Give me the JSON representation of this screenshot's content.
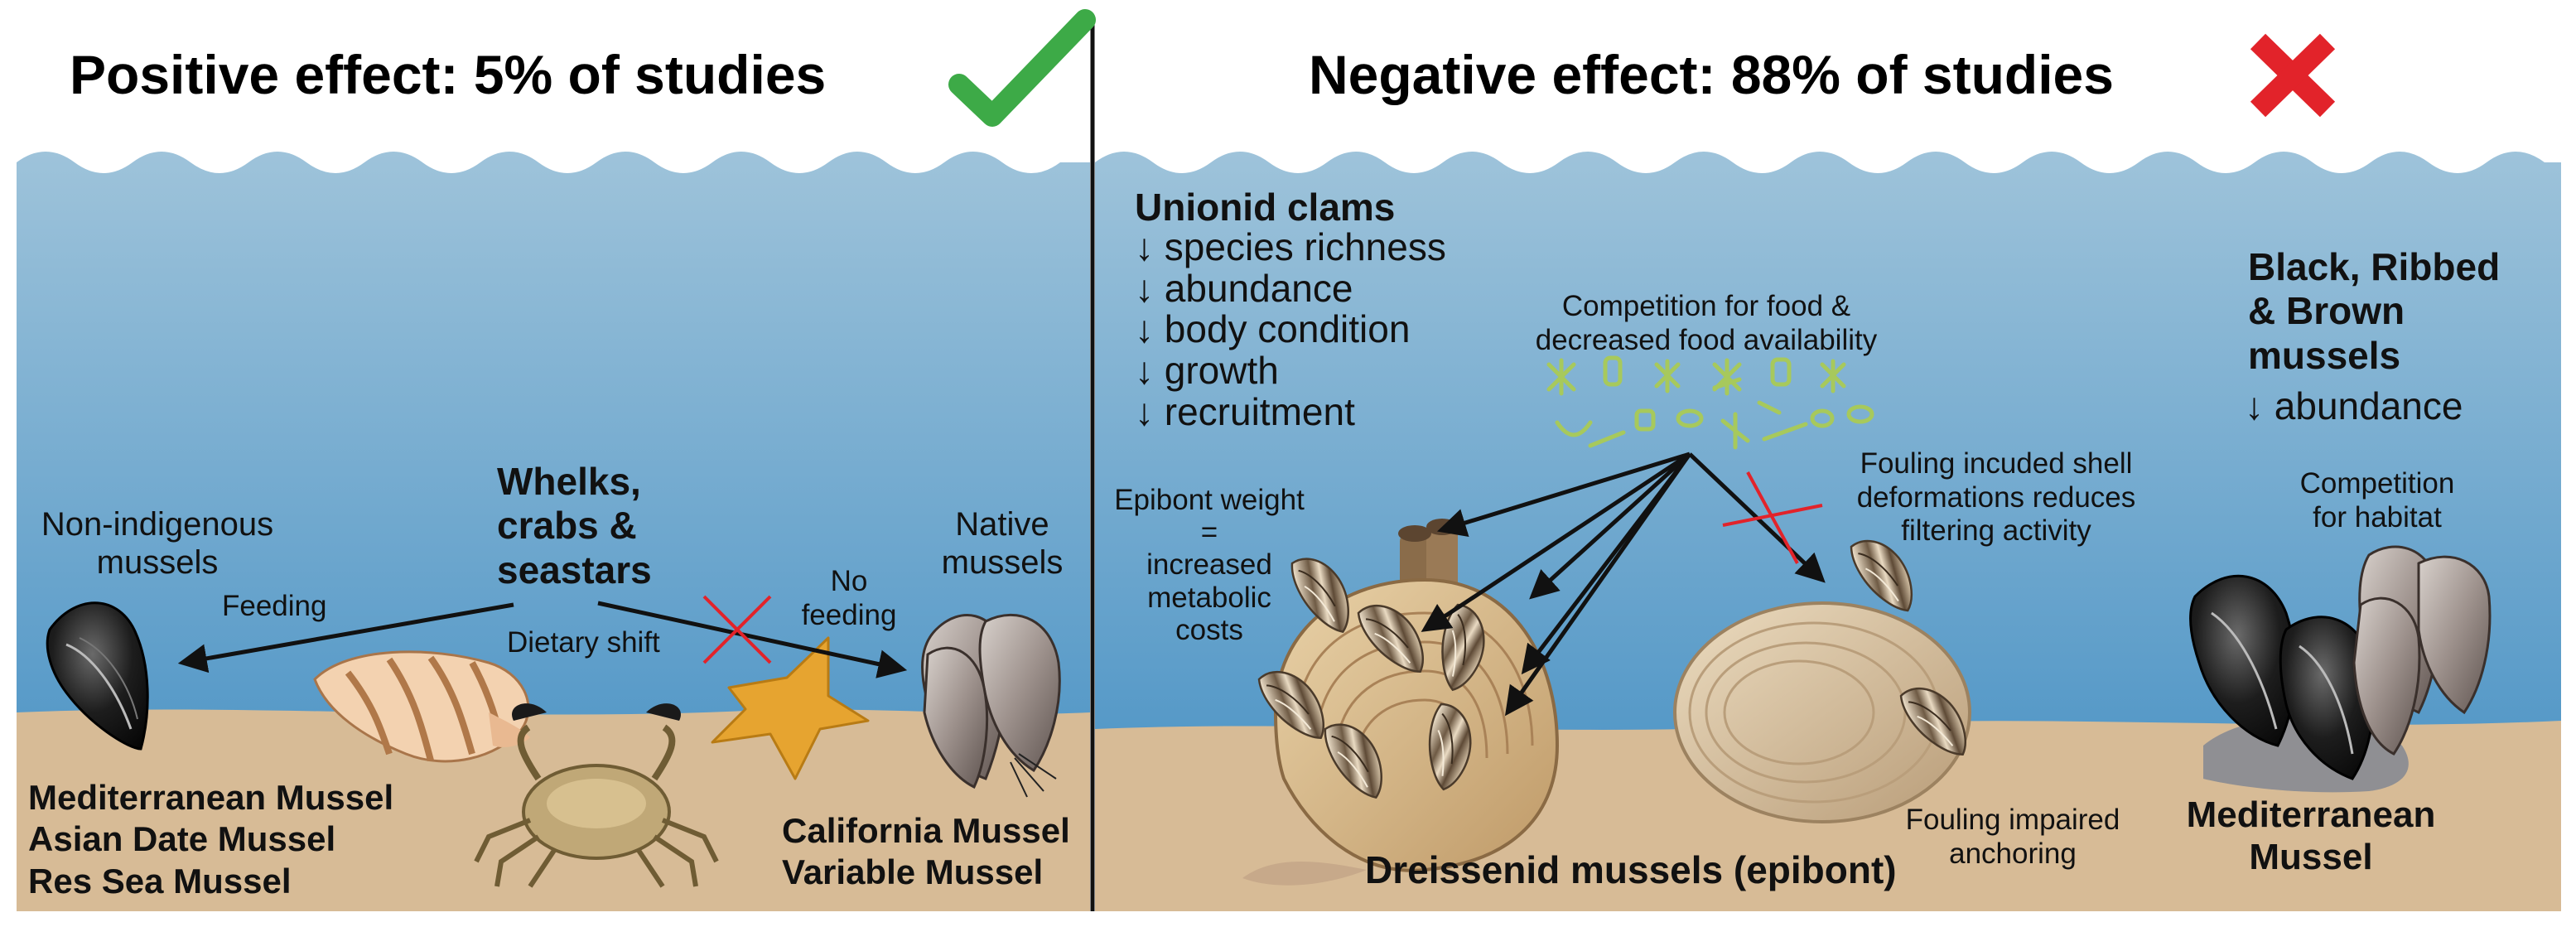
{
  "positive": {
    "title": "Positive effect: 5% of studies",
    "icon": "check-icon",
    "icon_color": "#3daa47",
    "non_indigenous_label": "Non-indigenous\nmussels",
    "native_label": "Native\nmussels",
    "predators_label": "Whelks,\ncrabs &\nseastars",
    "feeding_label": "Feeding",
    "no_feeding_label": "No\nfeeding",
    "dietary_shift_label": "Dietary shift",
    "non_indigenous_species": "Mediterranean Mussel\nAsian Date Mussel\nRes Sea Mussel",
    "native_species": "California Mussel\nVariable Mussel"
  },
  "negative": {
    "title": "Negative effect: 88% of studies",
    "icon": "cross-icon",
    "icon_color": "#e2232a",
    "unionid": {
      "title": "Unionid clams",
      "effects": "↓ species richness\n↓ abundance\n↓ body condition\n↓ growth\n↓ recruitment"
    },
    "competition_food": "Competition for food &\ndecreased food availability",
    "epibont_weight": "Epibont weight\n=\nincreased\nmetabolic\ncosts",
    "fouling_shell": "Fouling incuded shell\ndeformations reduces\nfiltering activity",
    "fouling_anchoring": "Fouling impaired\nanchoring",
    "dreissenid_label": "Dreissenid mussels (epibont)",
    "native_mussels": {
      "title": "Black, Ribbed\n& Brown\nmussels",
      "effect": "↓ abundance"
    },
    "competition_habitat": "Competition\nfor habitat",
    "med_mussel": "Mediterranean\nMussel"
  },
  "colors": {
    "water_top": "#9ec3da",
    "water_bottom": "#3f8cc2",
    "sediment": "#d7bb96",
    "food_particles": "#a7c95c",
    "arrow": "#111111",
    "block_cross": "#e2232a"
  }
}
